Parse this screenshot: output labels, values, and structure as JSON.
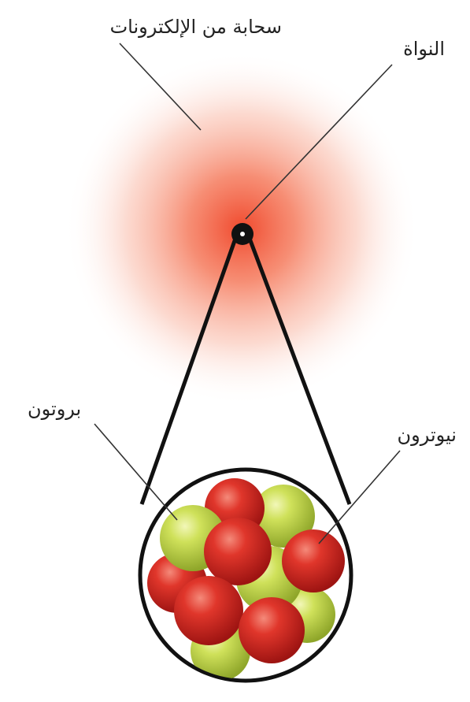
{
  "labels": {
    "electron_cloud": "سحابة من الإلكترونات",
    "nucleus": "النواة",
    "proton": "بروتون",
    "neutron": "نيوترون"
  },
  "colors": {
    "cloud_core": "#f25a3c",
    "cloud_edge": "#ffffff",
    "nucleus_dot": "#111111",
    "outline": "#111111",
    "proton": "#c9dd4a",
    "neutron": "#d42a22",
    "leader_line": "#333333"
  }
}
